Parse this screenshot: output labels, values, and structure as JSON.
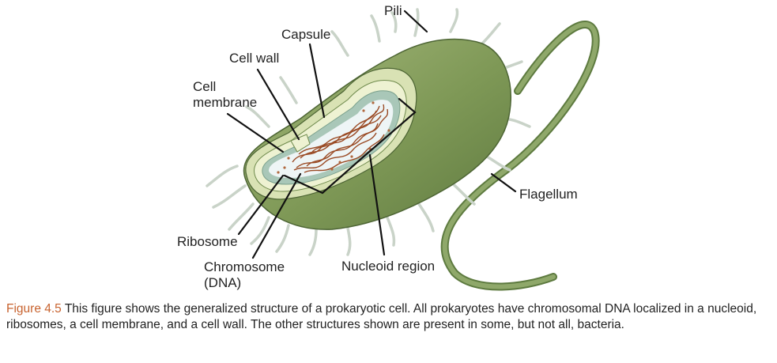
{
  "labels": {
    "pili": "Pili",
    "capsule": "Capsule",
    "cell_wall": "Cell wall",
    "cell_membrane_line1": "Cell",
    "cell_membrane_line2": "membrane",
    "flagellum": "Flagellum",
    "ribosome": "Ribosome",
    "chromosome_line1": "Chromosome",
    "chromosome_line2": "(DNA)",
    "nucleoid_region": "Nucleoid region"
  },
  "caption": {
    "figure_number": "Figure 4.5",
    "text": " This figure shows the generalized structure of a prokaryotic cell. All prokaryotes have chromosomal DNA localized in a nucleoid, ribosomes, a cell membrane, and a cell wall. The other structures shown are present in some, but not all, bacteria."
  },
  "colors": {
    "capsule_green": "#8fa66a",
    "cell_dark_green": "#6f8a4c",
    "cell_wall_pale": "#eef2d2",
    "membrane_teal": "#9fc0b0",
    "cytoplasm": "#eef5f6",
    "dna": "#9a4a24",
    "caption_accent": "#c8632f"
  }
}
